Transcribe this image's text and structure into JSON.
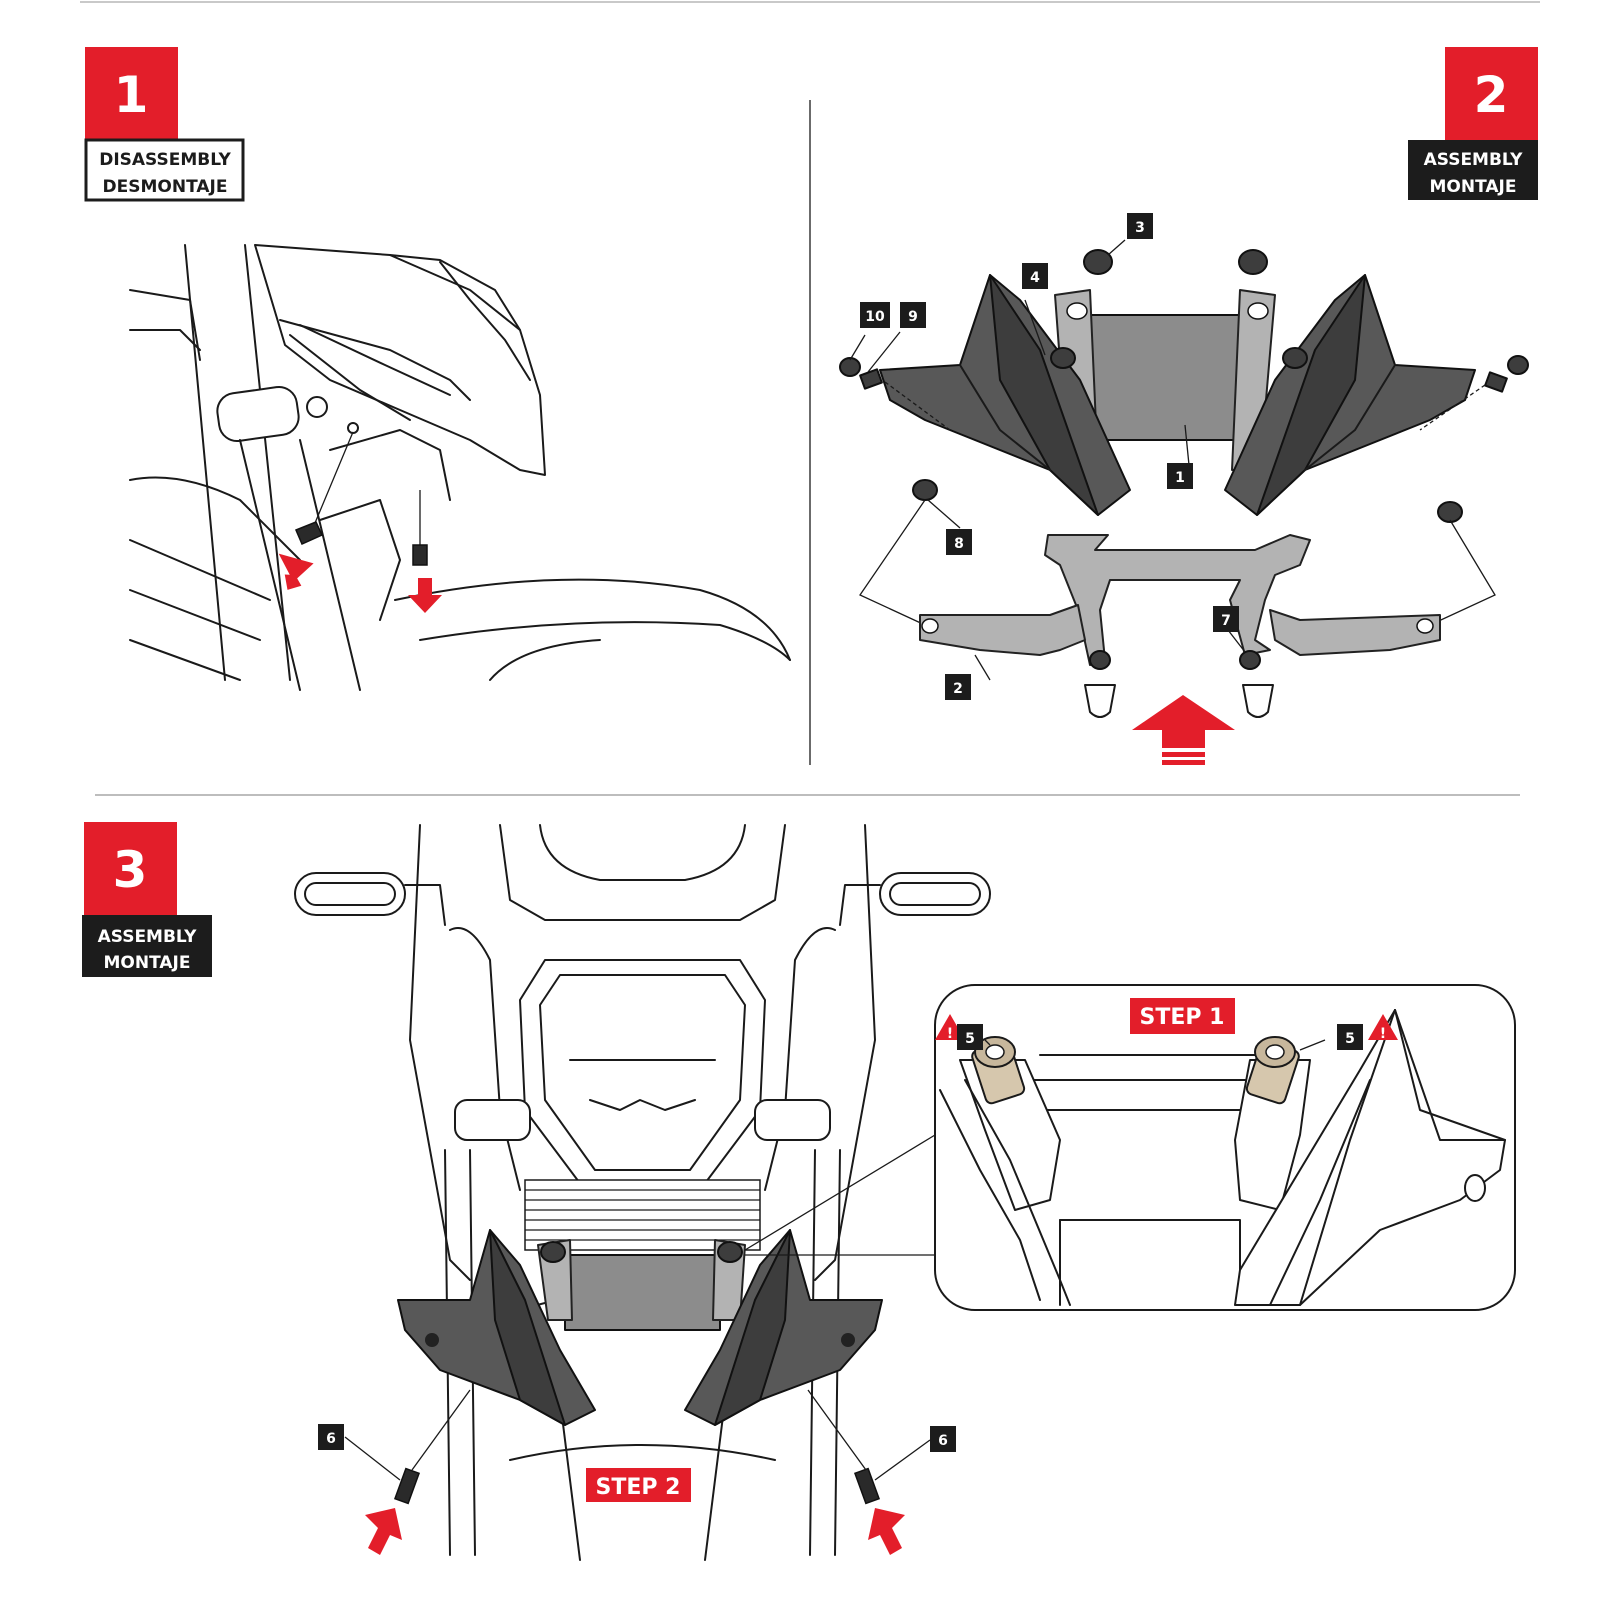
{
  "colors": {
    "accent_red": "#e31e2a",
    "dark": "#1c1c1c",
    "part_gray": "#585858",
    "bracket_gray": "#8c8c8c"
  },
  "panels": [
    {
      "number": "1",
      "label_line1": "DISASSEMBLY",
      "label_line2": "DESMONTAJE"
    },
    {
      "number": "2",
      "label_line1": "ASSEMBLY",
      "label_line2": "MONTAJE"
    },
    {
      "number": "3",
      "label_line1": "ASSEMBLY",
      "label_line2": "MONTAJE"
    }
  ],
  "callouts": {
    "c1": "1",
    "c2": "2",
    "c3": "3",
    "c4": "4",
    "c5": "5",
    "c6": "6",
    "c7": "7",
    "c8": "8",
    "c9": "9",
    "c10": "10"
  },
  "steps": {
    "step1": "STEP 1",
    "step2": "STEP 2"
  },
  "icons": [
    "removal-arrow-icon",
    "insert-direction-arrow-icon",
    "warning-triangle-icon"
  ]
}
